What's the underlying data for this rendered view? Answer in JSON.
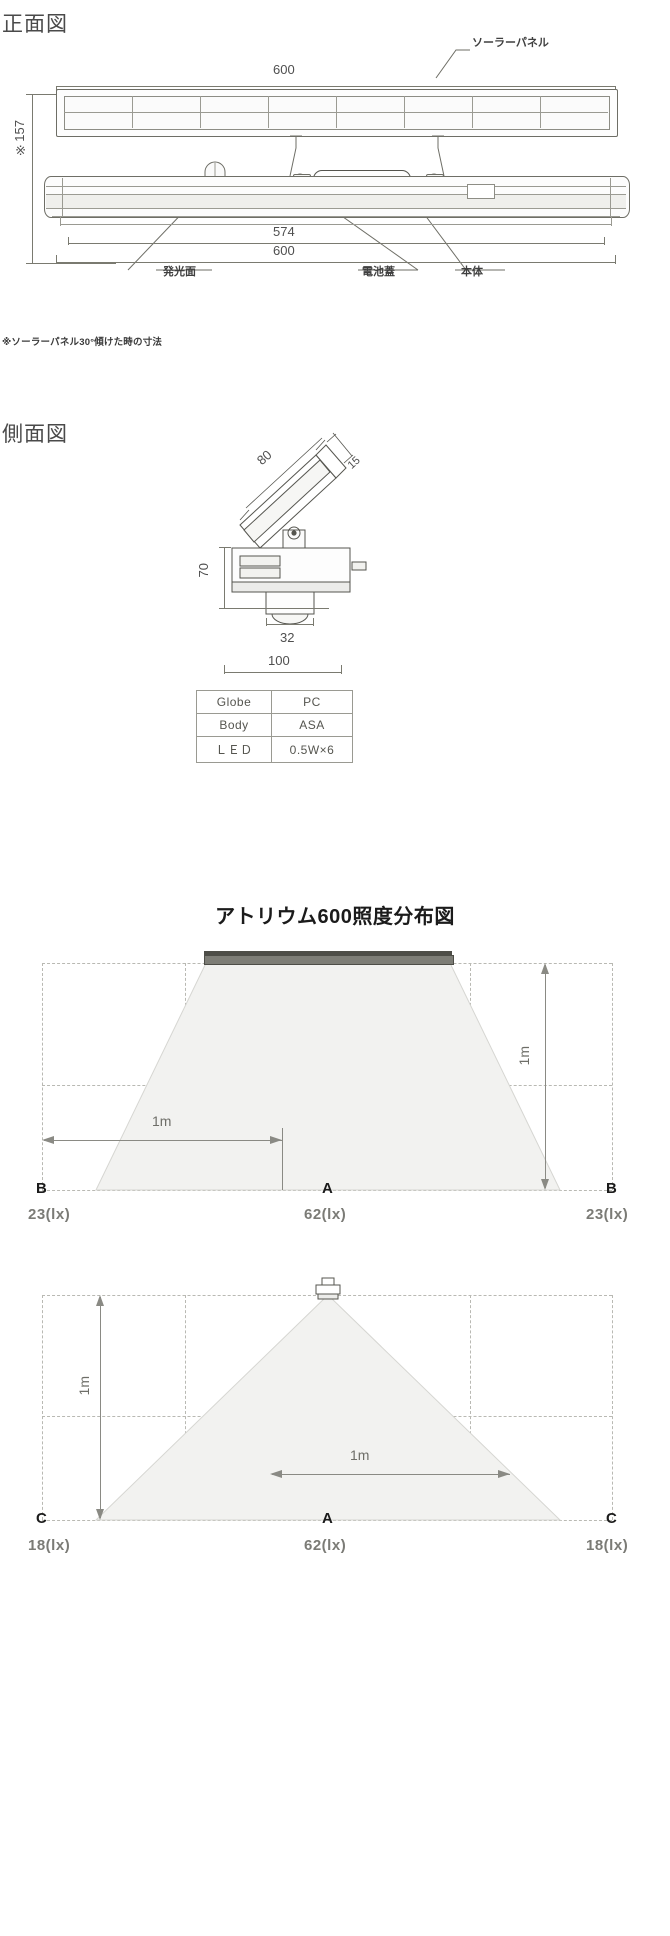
{
  "front_view": {
    "title": "正面図",
    "dimensions": {
      "panel_width": "600",
      "height_note": "※157",
      "body_inner": "574",
      "body_width": "600"
    },
    "callouts": {
      "solar_panel": "ソーラーパネル",
      "light_surface": "発光面",
      "battery_cover": "電池蓋",
      "main_body": "本体"
    },
    "footnote": "※ソーラーパネル30°傾けた時の寸法"
  },
  "side_view": {
    "title": "側面図",
    "dimensions": {
      "panel_len": "80",
      "panel_thick": "15",
      "height": "70",
      "stem": "32",
      "base": "100"
    },
    "material_table": {
      "rows": [
        {
          "key": "Globe",
          "value": "PC"
        },
        {
          "key": "Body",
          "value": "ASA"
        },
        {
          "key": "ＬＥＤ",
          "value": "0.5W×6"
        }
      ]
    }
  },
  "chart_data": [
    {
      "type": "area",
      "title": "アトリウム600照度分布図",
      "orientation": "lengthwise",
      "mount_height_label": "1m",
      "span_label": "1m",
      "points": [
        {
          "name": "B",
          "value": 23,
          "unit": "lx",
          "label": "23(lx)"
        },
        {
          "name": "A",
          "value": 62,
          "unit": "lx",
          "label": "62(lx)"
        },
        {
          "name": "B",
          "value": 23,
          "unit": "lx",
          "label": "23(lx)"
        }
      ],
      "grid": true,
      "legend": "none"
    },
    {
      "type": "area",
      "title": "",
      "orientation": "crosswise",
      "mount_height_label": "1m",
      "span_label": "1m",
      "points": [
        {
          "name": "C",
          "value": 18,
          "unit": "lx",
          "label": "18(lx)"
        },
        {
          "name": "A",
          "value": 62,
          "unit": "lx",
          "label": "62(lx)"
        },
        {
          "name": "C",
          "value": 18,
          "unit": "lx",
          "label": "18(lx)"
        }
      ],
      "grid": true,
      "legend": "none"
    }
  ]
}
